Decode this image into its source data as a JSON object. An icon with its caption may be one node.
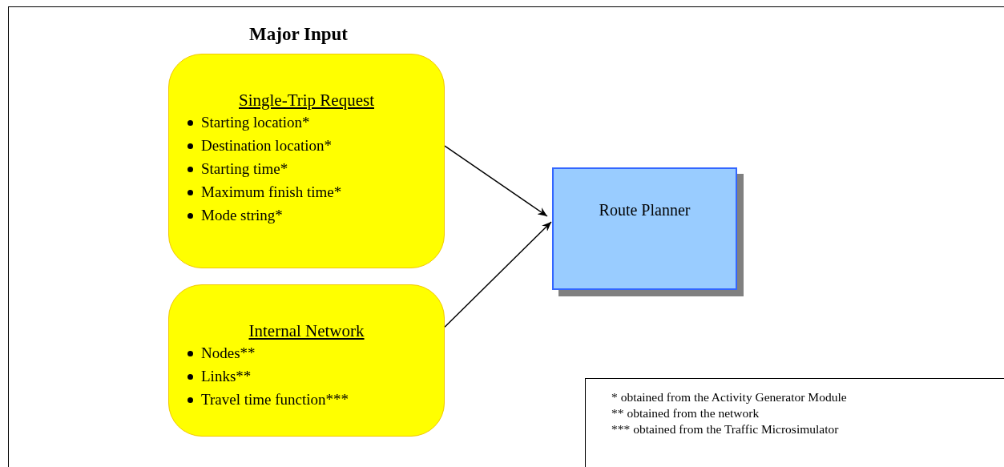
{
  "diagram": {
    "title": "Major Input",
    "nodes": [
      {
        "text": [
          "Single-Trip Request",
          "Starting location*",
          "Destination location*",
          "Starting time*",
          "Maximum finish time*",
          "Mode string*"
        ]
      },
      {
        "text": [
          "Internal Network",
          "Nodes**",
          "Links**",
          "Travel time function***"
        ]
      },
      {
        "text": [
          "Route Planner"
        ]
      },
      {
        "text": [
          "* obtained from the Activity Generator Module",
          "** obtained from the network",
          "*** obtained from the Traffic Microsimulator"
        ]
      }
    ],
    "edges": [
      {
        "from": 0,
        "to": 2,
        "arrow": "to"
      },
      {
        "from": 1,
        "to": 2,
        "arrow": "to"
      }
    ]
  }
}
